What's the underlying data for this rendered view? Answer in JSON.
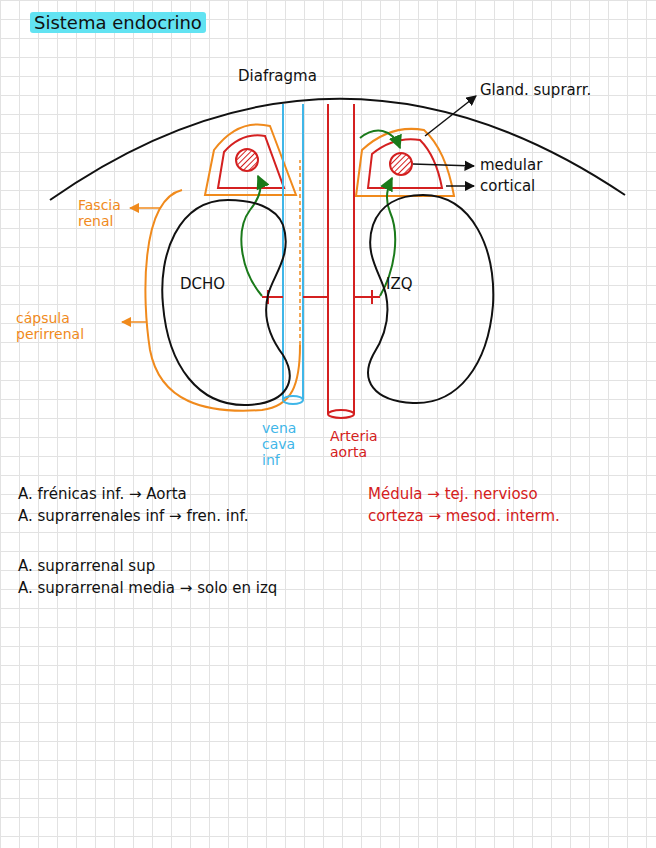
{
  "diagram": {
    "title": "Sistema endocrino",
    "nodes": [
      {
        "text": [
          "DCHO"
        ]
      },
      {
        "text": [
          "IZQ"
        ]
      }
    ],
    "labels": [
      "Diafragma",
      "Gland. suprarr.",
      "medular",
      "cortical",
      "Fascia renal",
      "cápsula perirrenal",
      "vena cava inf",
      "Arteria aorta",
      "A. frénicas inf. → Aorta",
      "A. suprarrenales inf → fren. inf.",
      "A. suprarrenal sup",
      "A. suprarrenal media → solo en izq",
      "Médula → tej. nervioso",
      "corteza → mesod. interm."
    ]
  }
}
